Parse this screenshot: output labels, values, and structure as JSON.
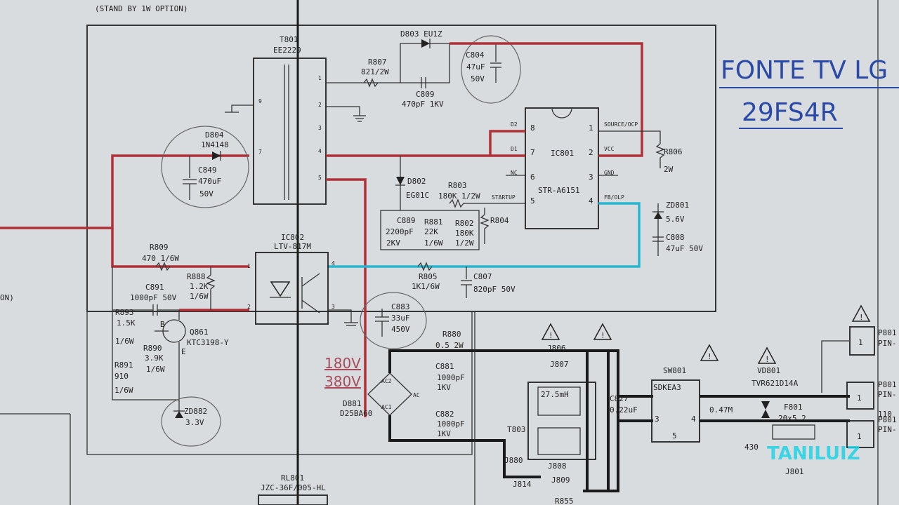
{
  "title": {
    "line1": "FONTE TV LG",
    "line2": "29FS4R"
  },
  "header_note": "(STAND BY 1W OPTION)",
  "voltages": {
    "v1": "180V",
    "v2": "380V"
  },
  "watermark": "TANILUIZ",
  "colors": {
    "ink": "#222222",
    "red_trace": "#b03038",
    "cyan_trace": "#27b6cf",
    "title_blue": "#2b4aa8",
    "watermark": "#1fd3e6"
  },
  "components": {
    "t801": {
      "ref": "T801",
      "type": "EE2229"
    },
    "d803": "D803 EU1Z",
    "r807": {
      "ref": "R807",
      "value": "821/2W"
    },
    "c809_top": {
      "ref": "C809",
      "value": "470pF 1KV"
    },
    "c804": {
      "ref": "C804",
      "value": "47uF",
      "volt": "50V"
    },
    "d804": {
      "ref": "D804",
      "value": "1N4148"
    },
    "c849": {
      "ref": "C849",
      "value": "470uF",
      "volt": "50V"
    },
    "ic801": {
      "ref": "IC801",
      "part": "STR-A6151",
      "pins": {
        "d2": "D2",
        "d1": "D1",
        "nc": "NC",
        "startup": "STARTUP",
        "source": "SOURCE/OCP",
        "vcc": "VCC",
        "gnd": "GND",
        "fb": "FB/OLP"
      }
    },
    "r806": {
      "ref": "R806",
      "value": "2W"
    },
    "d802": {
      "ref": "D802",
      "value": "EG01C"
    },
    "r803": {
      "ref": "R803",
      "value": "180K 1/2W"
    },
    "c889": {
      "ref": "C889",
      "value": "2200pF",
      "volt": "2KV"
    },
    "r881": {
      "ref": "R881",
      "value": "22K",
      "power": "1/6W"
    },
    "r802": {
      "ref": "R802",
      "value": "180K",
      "power": "1/2W"
    },
    "r804": "R804",
    "zd801": {
      "ref": "ZD801",
      "value": "5.6V"
    },
    "c808": {
      "ref": "C808",
      "value": "47uF 50V"
    },
    "ic802": {
      "ref": "IC802",
      "part": "LTV-817M"
    },
    "r809": {
      "ref": "R809",
      "value": "470 1/6W"
    },
    "r888": {
      "ref": "R888",
      "value": "1.2K",
      "power": "1/6W"
    },
    "c891": {
      "ref": "C891",
      "value": "1000pF 50V"
    },
    "r805": {
      "ref": "R805",
      "value": "1K1/6W"
    },
    "c807": {
      "ref": "C807",
      "value": "820pF 50V"
    },
    "r893": {
      "ref": "R893",
      "value": "1.5K",
      "power": "1/6W"
    },
    "q861": {
      "ref": "Q861",
      "part": "KTC3198-Y",
      "pin_b": "B",
      "pin_e": "E"
    },
    "r890": {
      "ref": "R890",
      "value": "3.9K",
      "power": "1/6W"
    },
    "r891": {
      "ref": "R891",
      "value": "910",
      "power": "1/6W"
    },
    "zd882": {
      "ref": "ZD882",
      "value": "3.3V"
    },
    "c883": {
      "ref": "C883",
      "value": "33uF",
      "volt": "450V"
    },
    "r880": {
      "ref": "R880",
      "value": "0.5 2W"
    },
    "d881": {
      "ref": "D881",
      "part": "D25BA60",
      "ac": "AC",
      "ac2": "AC2",
      "ac1": "AC1"
    },
    "c881": {
      "ref": "C881",
      "value": "1000pF",
      "volt": "1KV"
    },
    "c882": {
      "ref": "C882",
      "value": "1000pF",
      "volt": "1KV"
    },
    "j806": "J806",
    "j807": "J807",
    "t803": {
      "ref": "T803",
      "value": "27.5mH"
    },
    "c827": {
      "ref": "C827",
      "value": "0.22uF"
    },
    "sw801": {
      "ref": "SW801",
      "part": "SDKEA3"
    },
    "vd801": {
      "ref": "VD801",
      "part": "TVR621D14A"
    },
    "r_in": {
      "value": "0.47M"
    },
    "f801": {
      "ref": "F801",
      "value": "20x5.2"
    },
    "j808": "J808",
    "j809": "J809",
    "j814": "J814",
    "j880": "J880",
    "r855": "R855",
    "rl801": {
      "ref": "RL801",
      "part": "JZC-36F/005-HL"
    },
    "j801": "J801",
    "fuse_note": "430",
    "p801a": {
      "ref": "P801",
      "pin": "1",
      "label": "PIN-"
    },
    "p801b": {
      "ref": "P801",
      "pin": "1",
      "label": "PIN-"
    },
    "p801c": {
      "ref": "P801",
      "pin": "1",
      "label": "PIN-"
    },
    "ac_note": "110",
    "left_edge_text": "ON)",
    "pin_numbers": {
      "p1": "1",
      "p2": "2",
      "p3": "3",
      "p4": "4",
      "p5": "5",
      "p6": "6",
      "p7": "7",
      "p8": "8",
      "p9": "9"
    }
  }
}
